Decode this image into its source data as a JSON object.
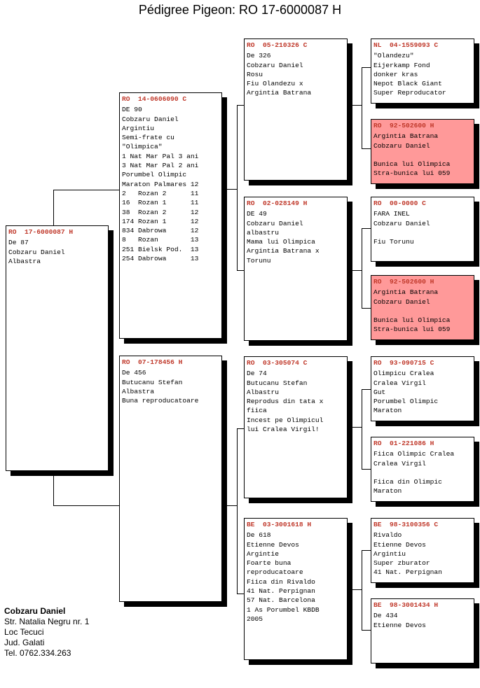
{
  "title": "Pédigree Pigeon: RO  17-6000087 H",
  "subject": {
    "ring": "RO  17-6000087 H",
    "lines": [
      "De 87",
      "Cobzaru Daniel",
      "Albastra"
    ]
  },
  "sire": {
    "ring": "RO  14-0606090 C",
    "lines": [
      "DE 90",
      "Cobzaru Daniel",
      "Argintiu",
      "Semi-frate cu",
      "\"Olimpica\"",
      "1 Nat Mar Pal 3 ani",
      "3 Nat Mar Pal 2 ani",
      "Porumbel Olimpic",
      "Maraton Palmares 12",
      "2   Rozan 2      11",
      "16  Rozan 1      11",
      "38  Rozan 2      12",
      "174 Rozan 1      12",
      "834 Dabrowa      12",
      "8   Rozan        13",
      "251 Bielsk Pod.  13",
      "254 Dabrowa      13"
    ]
  },
  "dam": {
    "ring": "RO  07-178456 H",
    "lines": [
      "De 456",
      "Butucanu Stefan",
      "Albastra",
      "Buna reproducatoare"
    ]
  },
  "ss": {
    "ring": "RO  05-210326 C",
    "lines": [
      "De 326",
      "Cobzaru Daniel",
      "Rosu",
      "Fiu Olandezu x",
      "Argintia Batrana"
    ]
  },
  "sd": {
    "ring": "RO  02-028149 H",
    "lines": [
      "DE 49",
      "Cobzaru Daniel",
      "albastru",
      "Mama lui Olimpica",
      "Argintia Batrana x",
      "Torunu"
    ]
  },
  "ds": {
    "ring": "RO  03-305074 C",
    "lines": [
      "De 74",
      "Butucanu Stefan",
      "Albastru",
      "Reprodus din tata x",
      "fiica",
      "Incest pe Olimpicul",
      "lui Cralea Virgil!"
    ]
  },
  "dd": {
    "ring": "BE  03-3001618 H",
    "lines": [
      "De 618",
      "Etienne Devos",
      "Argintie",
      "Foarte buna",
      "reproducatoare",
      "Fiica din Rivaldo",
      "41 Nat. Perpignan",
      "57 Nat. Barcelona",
      "1 As Porumbel KBDB",
      "2005"
    ]
  },
  "sss": {
    "ring": "NL  04-1559093 C",
    "lines": [
      "\"Olandezu\"",
      "Eijerkamp Fond",
      "donker kras",
      "Nepot Black Giant",
      "Super Reproducator"
    ]
  },
  "ssd": {
    "ring": "RO  92-502600 H",
    "lines": [
      "Argintia Batrana",
      "Cobzaru Daniel",
      "",
      "Bunica lui Olimpica",
      "Stra-bunica lui 059"
    ]
  },
  "sds": {
    "ring": "RO  00-0000 C",
    "lines": [
      "FARA INEL",
      "Cobzaru Daniel",
      "",
      "Fiu Torunu"
    ]
  },
  "sdd": {
    "ring": "RO  92-502600 H",
    "lines": [
      "Argintia Batrana",
      "Cobzaru Daniel",
      "",
      "Bunica lui Olimpica",
      "Stra-bunica lui 059"
    ]
  },
  "dss": {
    "ring": "RO  93-090715 C",
    "lines": [
      "Olimpicu Cralea",
      "Cralea Virgil",
      "Gut",
      "Porumbel Olimpic",
      "Maraton"
    ]
  },
  "dsd": {
    "ring": "RO  01-221086 H",
    "lines": [
      "Fiica Olimpic Cralea",
      "Cralea Virgil",
      "",
      "Fiica din Olimpic",
      "Maraton"
    ]
  },
  "dds": {
    "ring": "BE  98-3100356 C",
    "lines": [
      "Rivaldo",
      "Etienne Devos",
      "Argintiu",
      "Super zburator",
      "41 Nat. Perpignan"
    ]
  },
  "ddd": {
    "ring": "BE  98-3001434 H",
    "lines": [
      "De 434",
      "Etienne Devos"
    ]
  },
  "owner": {
    "name": "Cobzaru Daniel",
    "lines": [
      "Str. Natalia Negru nr. 1",
      "Loc Tecuci",
      "Jud. Galati",
      "Tel. 0762.334.263"
    ]
  },
  "colors": {
    "ring_text": "#c0392b",
    "highlight_bg": "#ff9999",
    "shadow": "#000000"
  }
}
